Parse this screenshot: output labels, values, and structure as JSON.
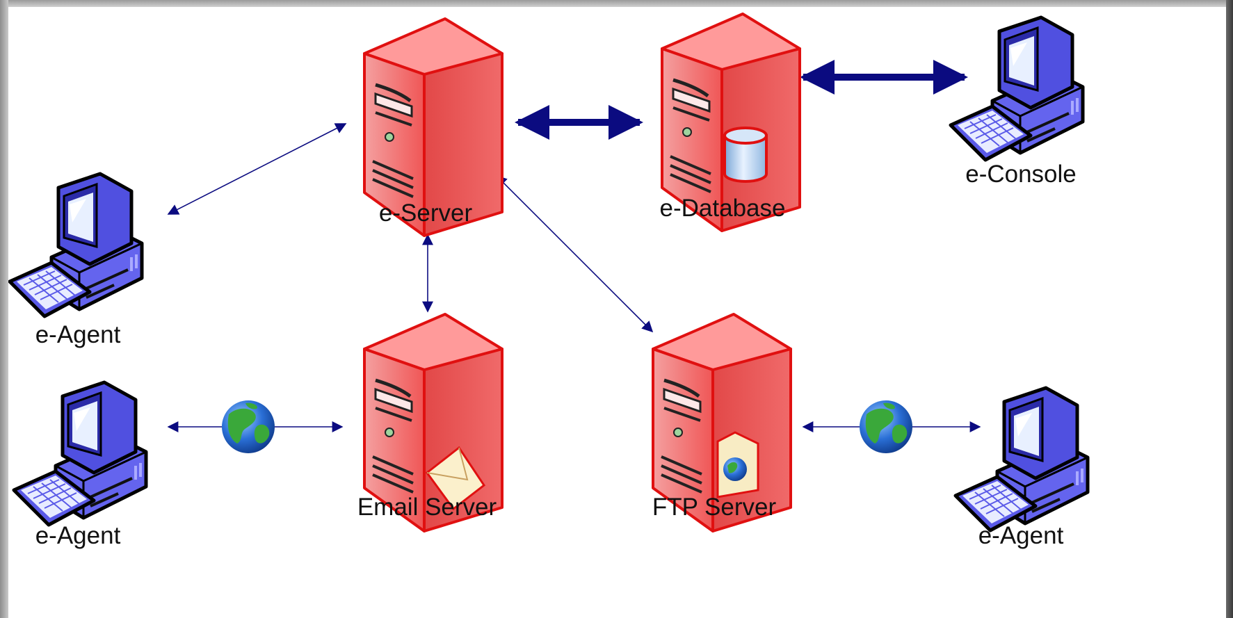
{
  "nodes": {
    "e_server": {
      "label": "e-Server",
      "kind": "server"
    },
    "e_database": {
      "label": "e-Database",
      "kind": "server",
      "badge": "database-cylinder"
    },
    "e_console": {
      "label": "e-Console",
      "kind": "workstation"
    },
    "e_agent_left": {
      "label": "e-Agent",
      "kind": "workstation"
    },
    "e_agent_bottom_left": {
      "label": "e-Agent",
      "kind": "workstation"
    },
    "email_server": {
      "label": "Email Server",
      "kind": "server",
      "badge": "envelope"
    },
    "ftp_server": {
      "label": "FTP Server",
      "kind": "server",
      "badge": "globe-folder"
    },
    "e_agent_bottom_right": {
      "label": "e-Agent",
      "kind": "workstation"
    }
  },
  "links": [
    {
      "from": "e_server",
      "to": "e_database",
      "style": "thick",
      "direction": "both"
    },
    {
      "from": "e_database",
      "to": "e_console",
      "style": "thick",
      "direction": "both"
    },
    {
      "from": "e_server",
      "to": "e_agent_left",
      "style": "thin",
      "direction": "both"
    },
    {
      "from": "e_server",
      "to": "email_server",
      "style": "thin",
      "direction": "both"
    },
    {
      "from": "e_server",
      "to": "ftp_server",
      "style": "thin",
      "direction": "both"
    },
    {
      "from": "e_agent_bottom_left",
      "to": "email_server",
      "style": "thin",
      "direction": "both",
      "via": "internet-globe"
    },
    {
      "from": "ftp_server",
      "to": "e_agent_bottom_right",
      "style": "thin",
      "direction": "both",
      "via": "internet-globe"
    }
  ],
  "colors": {
    "server_face": "#f05050",
    "server_side": "#c83434",
    "server_top": "#ff8e8e",
    "server_outline": "#e01010",
    "workstation_body": "#5a5ae8",
    "workstation_dark": "#2b2ba8",
    "workstation_screen": "#e8f0ff",
    "arrow": "#0b0b80",
    "globe_ocean": "#2a6fd6",
    "globe_land": "#3aa83a"
  }
}
